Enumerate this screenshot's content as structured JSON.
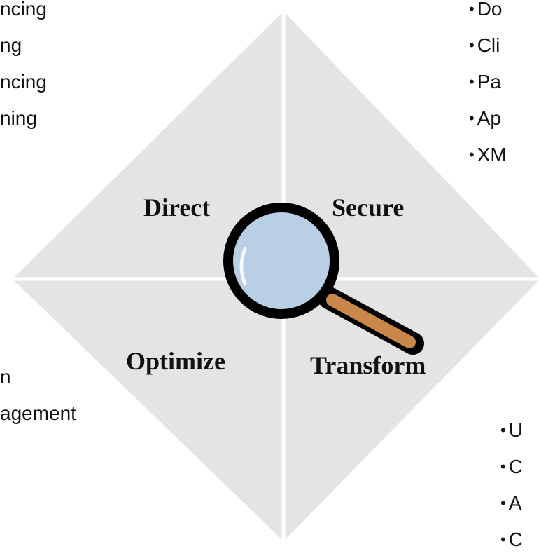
{
  "colors": {
    "quadrant_fill": "#e4e4e4",
    "divider": "#ffffff",
    "lens_fill": "#b8cfe6",
    "lens_rim": "#000000",
    "handle": "#c9874a",
    "text": "#111111"
  },
  "icon": "magnifying-glass-icon",
  "quadrants": {
    "direct": "Direct",
    "secure": "Secure",
    "optimize": "Optimize",
    "transform": "Transform"
  },
  "lists": {
    "top_left": [
      "ncing",
      "ng",
      "ncing",
      "ning"
    ],
    "top_right": [
      "Do",
      "Cli",
      "Pa",
      "Ap",
      "XM"
    ],
    "bottom_left": [
      "n",
      "agement"
    ],
    "bottom_right": [
      "U",
      "C",
      "A",
      "C"
    ]
  },
  "bullet_glyph": "•"
}
